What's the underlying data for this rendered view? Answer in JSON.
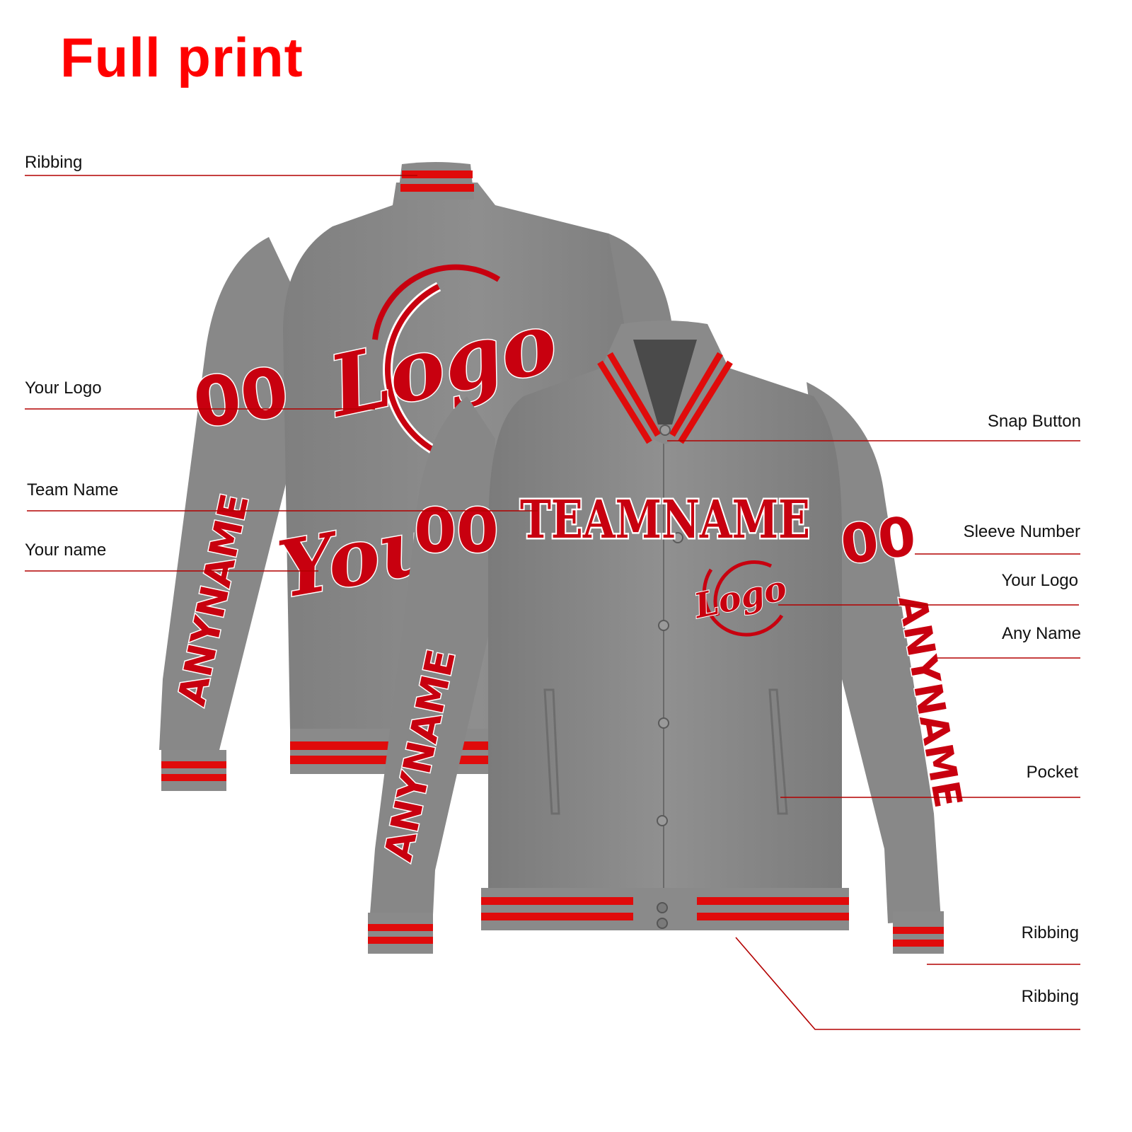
{
  "title": "Full print",
  "colors": {
    "title": "#ff0000",
    "jacket_gray": "#8c8c8c",
    "jacket_dark": "#6f6f6f",
    "accent_red": "#c8000f",
    "stripe_red": "#e00b0b",
    "leader_line": "#b30000",
    "outline_white": "#ffffff"
  },
  "labels_left": [
    {
      "id": "ribbing-collar",
      "text": "Ribbing"
    },
    {
      "id": "your-logo-back",
      "text": "Your Logo"
    },
    {
      "id": "team-name",
      "text": "Team Name"
    },
    {
      "id": "your-name",
      "text": "Your name"
    }
  ],
  "labels_right": [
    {
      "id": "snap-button",
      "text": "Snap Button"
    },
    {
      "id": "sleeve-number",
      "text": "Sleeve Number"
    },
    {
      "id": "your-logo-front",
      "text": "Your Logo"
    },
    {
      "id": "any-name",
      "text": "Any Name"
    },
    {
      "id": "pocket",
      "text": "Pocket"
    },
    {
      "id": "ribbing-cuff",
      "text": "Ribbing"
    },
    {
      "id": "ribbing-waist",
      "text": "Ribbing"
    }
  ],
  "jacket": {
    "front_chest_text": "TEAMNAME",
    "logo_text": "Logo",
    "back_name_text": "Your",
    "sleeve_number": "00",
    "sleeve_name": "ANYNAME"
  }
}
